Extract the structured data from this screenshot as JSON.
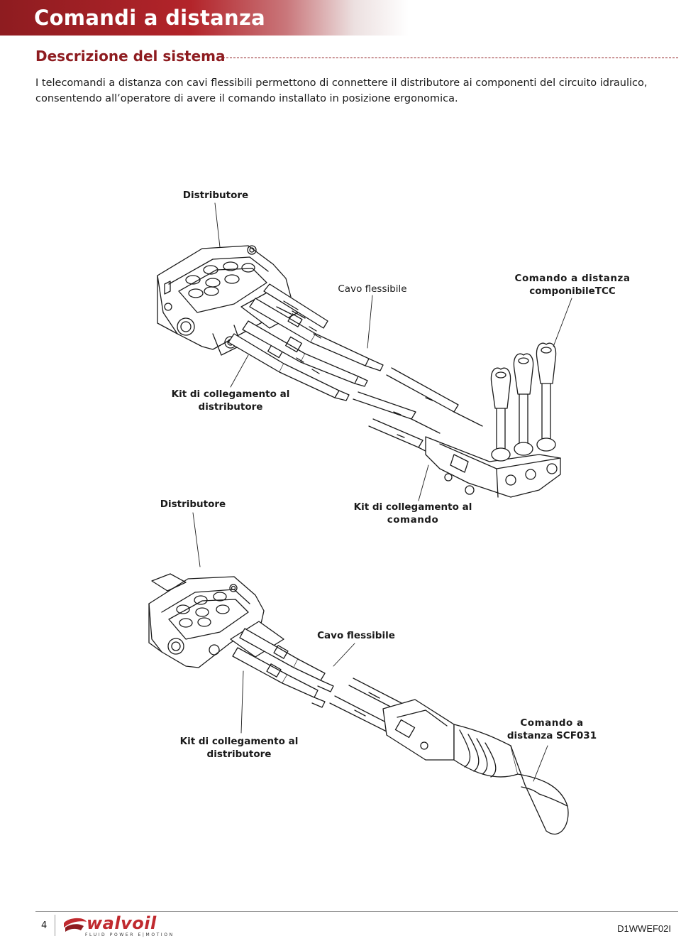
{
  "header": {
    "title": "Comandi a distanza"
  },
  "section": {
    "title": "Descrizione del sistema"
  },
  "intro": {
    "line1": "I telecomandi a distanza con cavi flessibili permettono di connettere il distributore ai componenti del circuito idraulico,",
    "line2": "consentendo all’operatore di avere il comando installato in posizione ergonomica."
  },
  "figure1": {
    "label_distributore": "Distributore",
    "label_cavo": "Cavo flessibile",
    "label_comando_line1": "Comando a distanza",
    "label_comando_line2": "componibileTCC",
    "label_kit_line1": "Kit di collegamento al",
    "label_kit_line2": "distributore",
    "label_distributore_2": "Distributore",
    "label_kit_comando_line1": "Kit di collegamento al",
    "label_kit_comando_line2": "comando"
  },
  "figure2": {
    "label_cavo": "Cavo flessibile",
    "label_kit_line1": "Kit di collegamento al",
    "label_kit_line2": "distributore",
    "label_comando_line1": "Comando a",
    "label_comando_line2": "distanza SCF031"
  },
  "footer": {
    "page_number": "4",
    "logo_text": "walvoil",
    "logo_tagline": "FLUID POWER E|MOTION",
    "doc_code": "D1WWEF02I"
  },
  "colors": {
    "brand": "#8e1c20",
    "accent": "#c02a2f"
  }
}
